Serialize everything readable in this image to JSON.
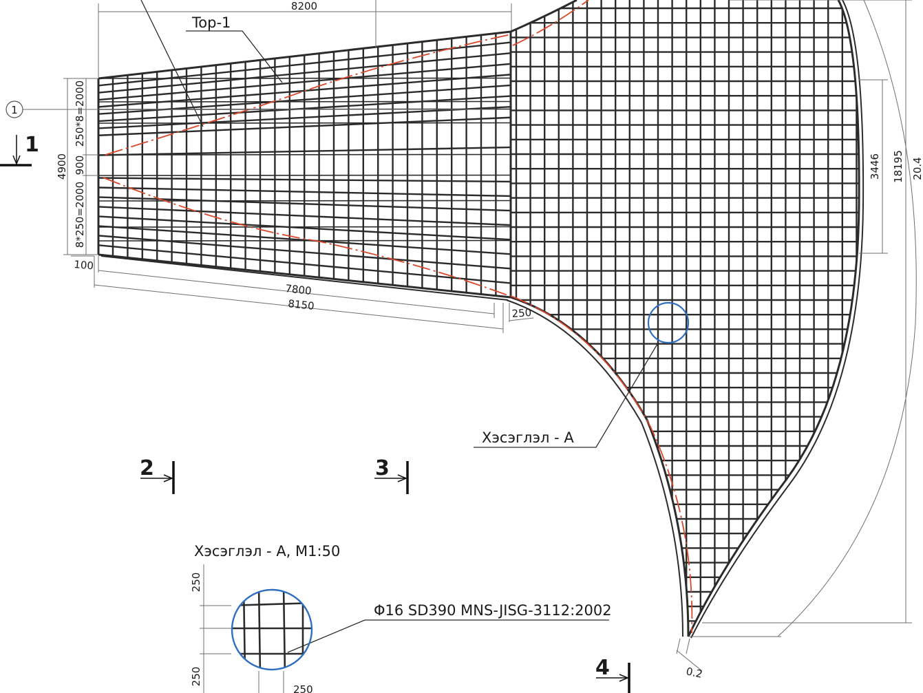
{
  "labels": {
    "tag_top1": "Top-1",
    "callout_detail_a": "Хэсэглэл - А",
    "detail_title": "Хэсэглэл - А, М1:50",
    "bar_spec": "Φ16 SD390 MNS-JISG-3112:2002",
    "grid_axis_1": "1"
  },
  "sections": {
    "s1": "1",
    "s2": "2",
    "s3": "3",
    "s4": "4"
  },
  "dimensions": {
    "top_overall": "8200",
    "bottom_inner": "7800",
    "bottom_overall": "8150",
    "left_offset": "100",
    "gap_250": "250",
    "left_total_height": "4900",
    "left_upper_spacing": "250*8=2000",
    "left_middle": "900",
    "left_lower_spacing": "8*250=2000",
    "right_inner_height": "3446",
    "right_total_height": "18195",
    "right_partial": "20.4",
    "tip_offset": "0.2",
    "detail_spacing_v1": "250",
    "detail_spacing_v2": "250",
    "detail_spacing_h": "250"
  },
  "colors": {
    "line": "#2b2b2b",
    "dim_line": "#6e6e6e",
    "red_dash": "#d9472b",
    "blue_circle": "#2f6fc0"
  }
}
